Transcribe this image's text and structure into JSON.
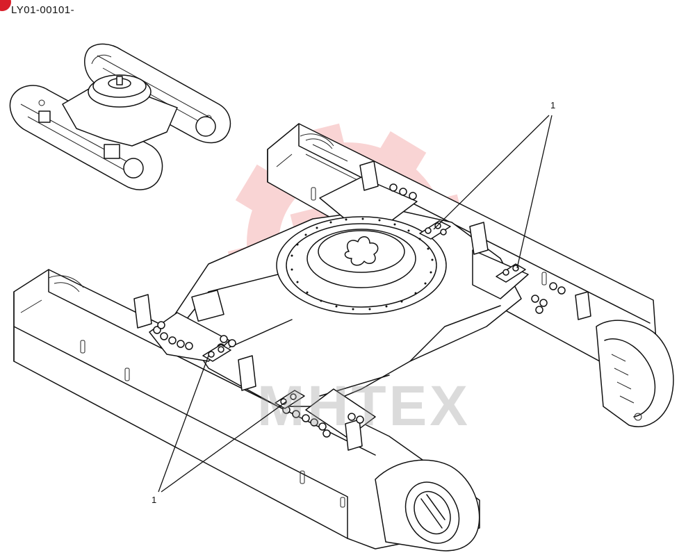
{
  "header": {
    "part_code": "LY01-00101-",
    "accent_color": "#d81e2a"
  },
  "watermark": {
    "text": "MHTEX",
    "gear_color": "#f08f8f"
  },
  "callouts": {
    "upper_label": "1",
    "lower_label": "1"
  }
}
